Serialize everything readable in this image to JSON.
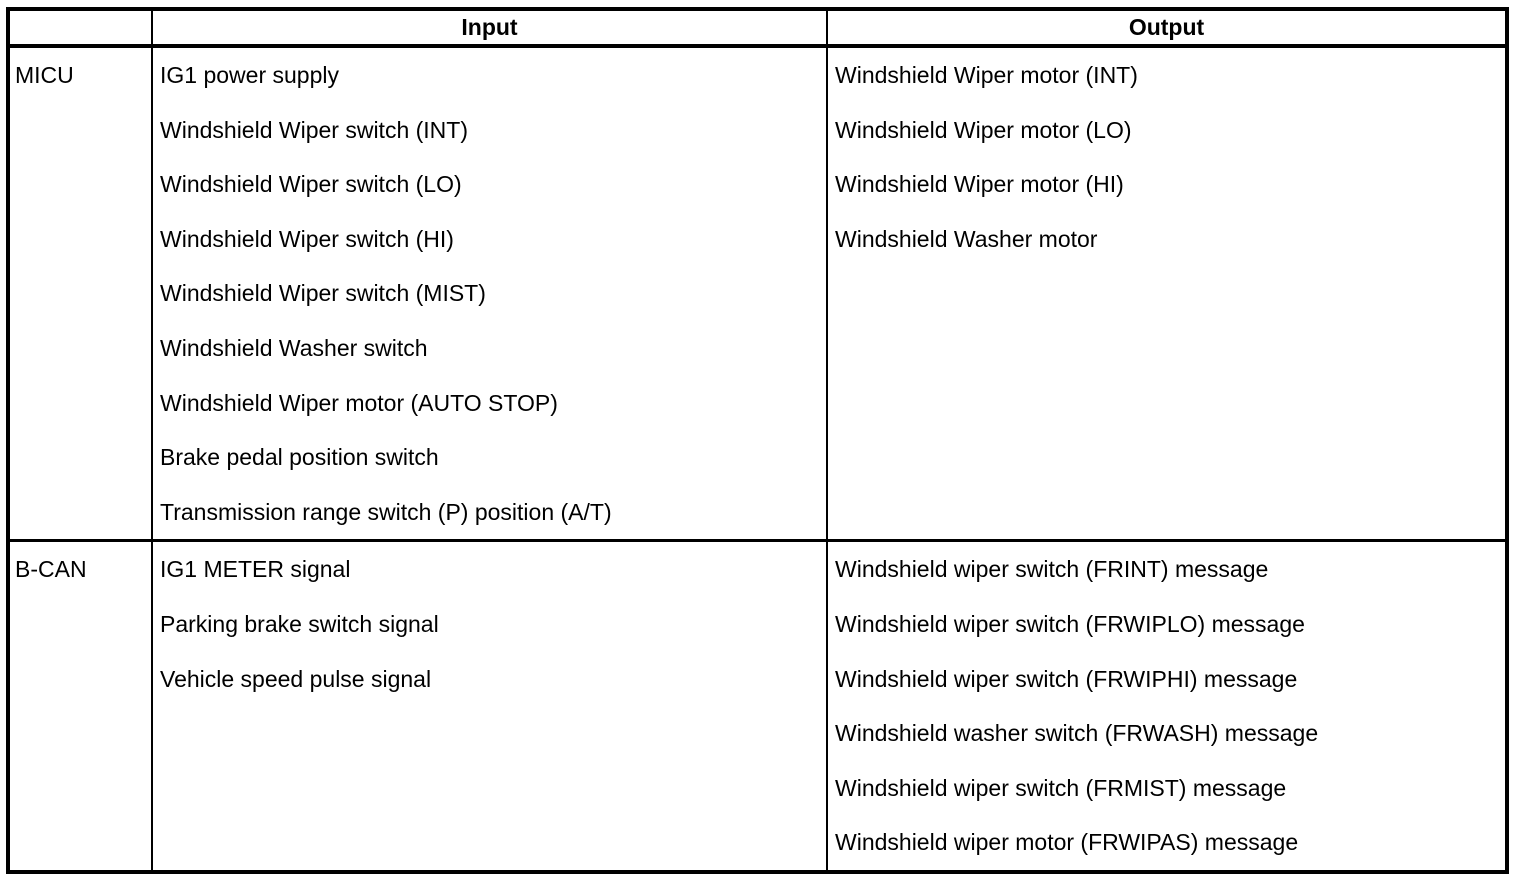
{
  "table": {
    "headers": {
      "corner": "",
      "input": "Input",
      "output": "Output"
    },
    "rows": [
      {
        "ecu": "MICU",
        "input": [
          "IG1 power supply",
          "Windshield Wiper switch (INT)",
          "Windshield Wiper switch (LO)",
          "Windshield Wiper switch (HI)",
          "Windshield Wiper switch (MIST)",
          "Windshield Washer switch",
          "Windshield Wiper motor (AUTO STOP)",
          "Brake pedal position switch",
          "Transmission range switch (P) position (A/T)"
        ],
        "output": [
          "Windshield Wiper motor (INT)",
          "Windshield Wiper motor (LO)",
          "Windshield Wiper motor (HI)",
          "Windshield Washer motor"
        ]
      },
      {
        "ecu": "B-CAN",
        "input": [
          "IG1 METER signal",
          "Parking brake switch signal",
          "Vehicle speed pulse signal"
        ],
        "output": [
          "Windshield wiper switch (FRINT) message",
          "Windshield wiper switch (FRWIPLO) message",
          "Windshield wiper switch (FRWIPHI) message",
          "Windshield washer switch (FRWASH) message",
          "Windshield wiper switch (FRMIST) message",
          "Windshield wiper motor (FRWIPAS) message"
        ]
      }
    ]
  },
  "colors": {
    "border": "#000000",
    "text": "#000000",
    "background": "#ffffff"
  }
}
